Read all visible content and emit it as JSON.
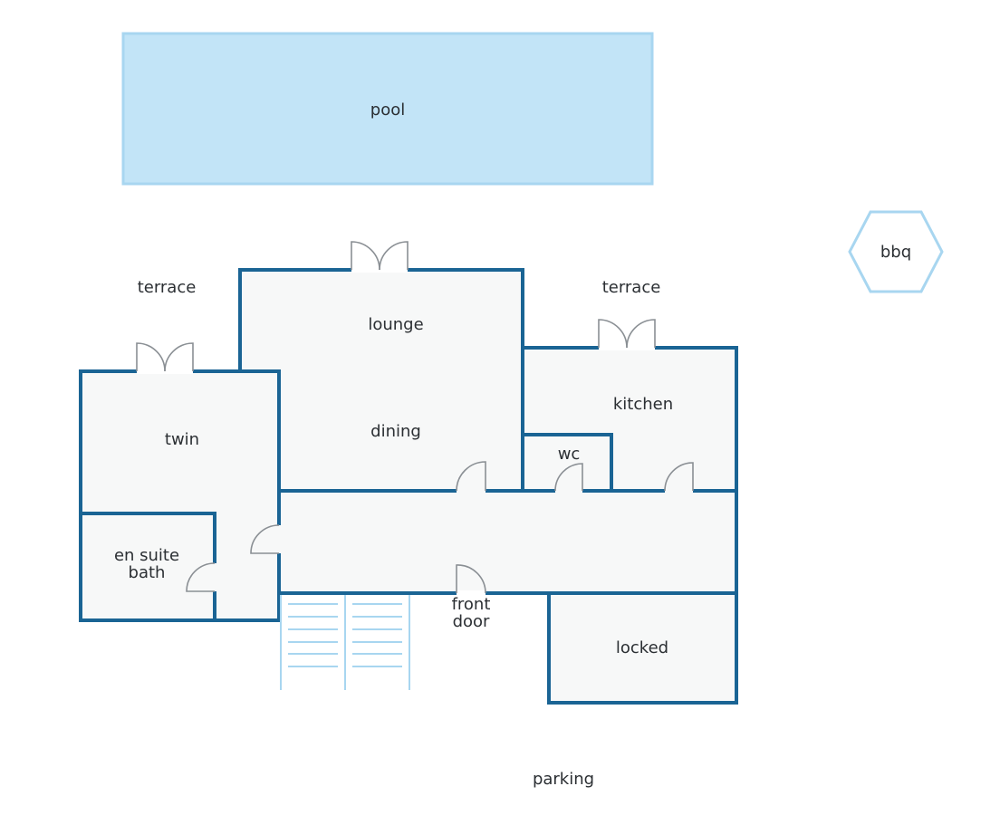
{
  "colors": {
    "wall": "#1a6494",
    "floor": "#f7f8f8",
    "pool_fill": "#c2e4f7",
    "pool_stroke": "#a8d6f0",
    "door": "#8a8f94",
    "text": "#2b2f33"
  },
  "labels": {
    "pool": "pool",
    "bbq": "bbq",
    "terrace_left": "terrace",
    "terrace_right": "terrace",
    "lounge": "lounge",
    "dining": "dining",
    "twin": "twin",
    "kitchen": "kitchen",
    "wc": "wc",
    "en_suite_line1": "en suite",
    "en_suite_line2": "bath",
    "front_door_line1": "front",
    "front_door_line2": "door",
    "locked": "locked",
    "parking": "parking"
  }
}
